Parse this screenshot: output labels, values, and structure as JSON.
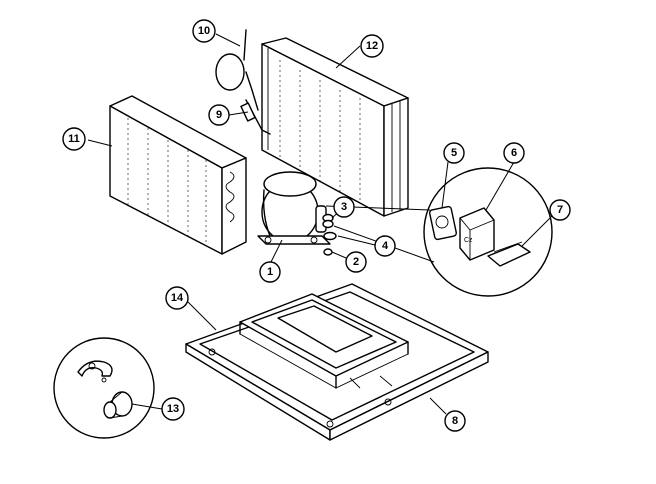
{
  "callouts": {
    "c1": "1",
    "c2": "2",
    "c3": "3",
    "c4": "4",
    "c5": "5",
    "c6": "6",
    "c7": "7",
    "c8": "8",
    "c9": "9",
    "c10": "10",
    "c11": "11",
    "c12": "12",
    "c13": "13",
    "c14": "14"
  },
  "relay_marking": "Cz"
}
